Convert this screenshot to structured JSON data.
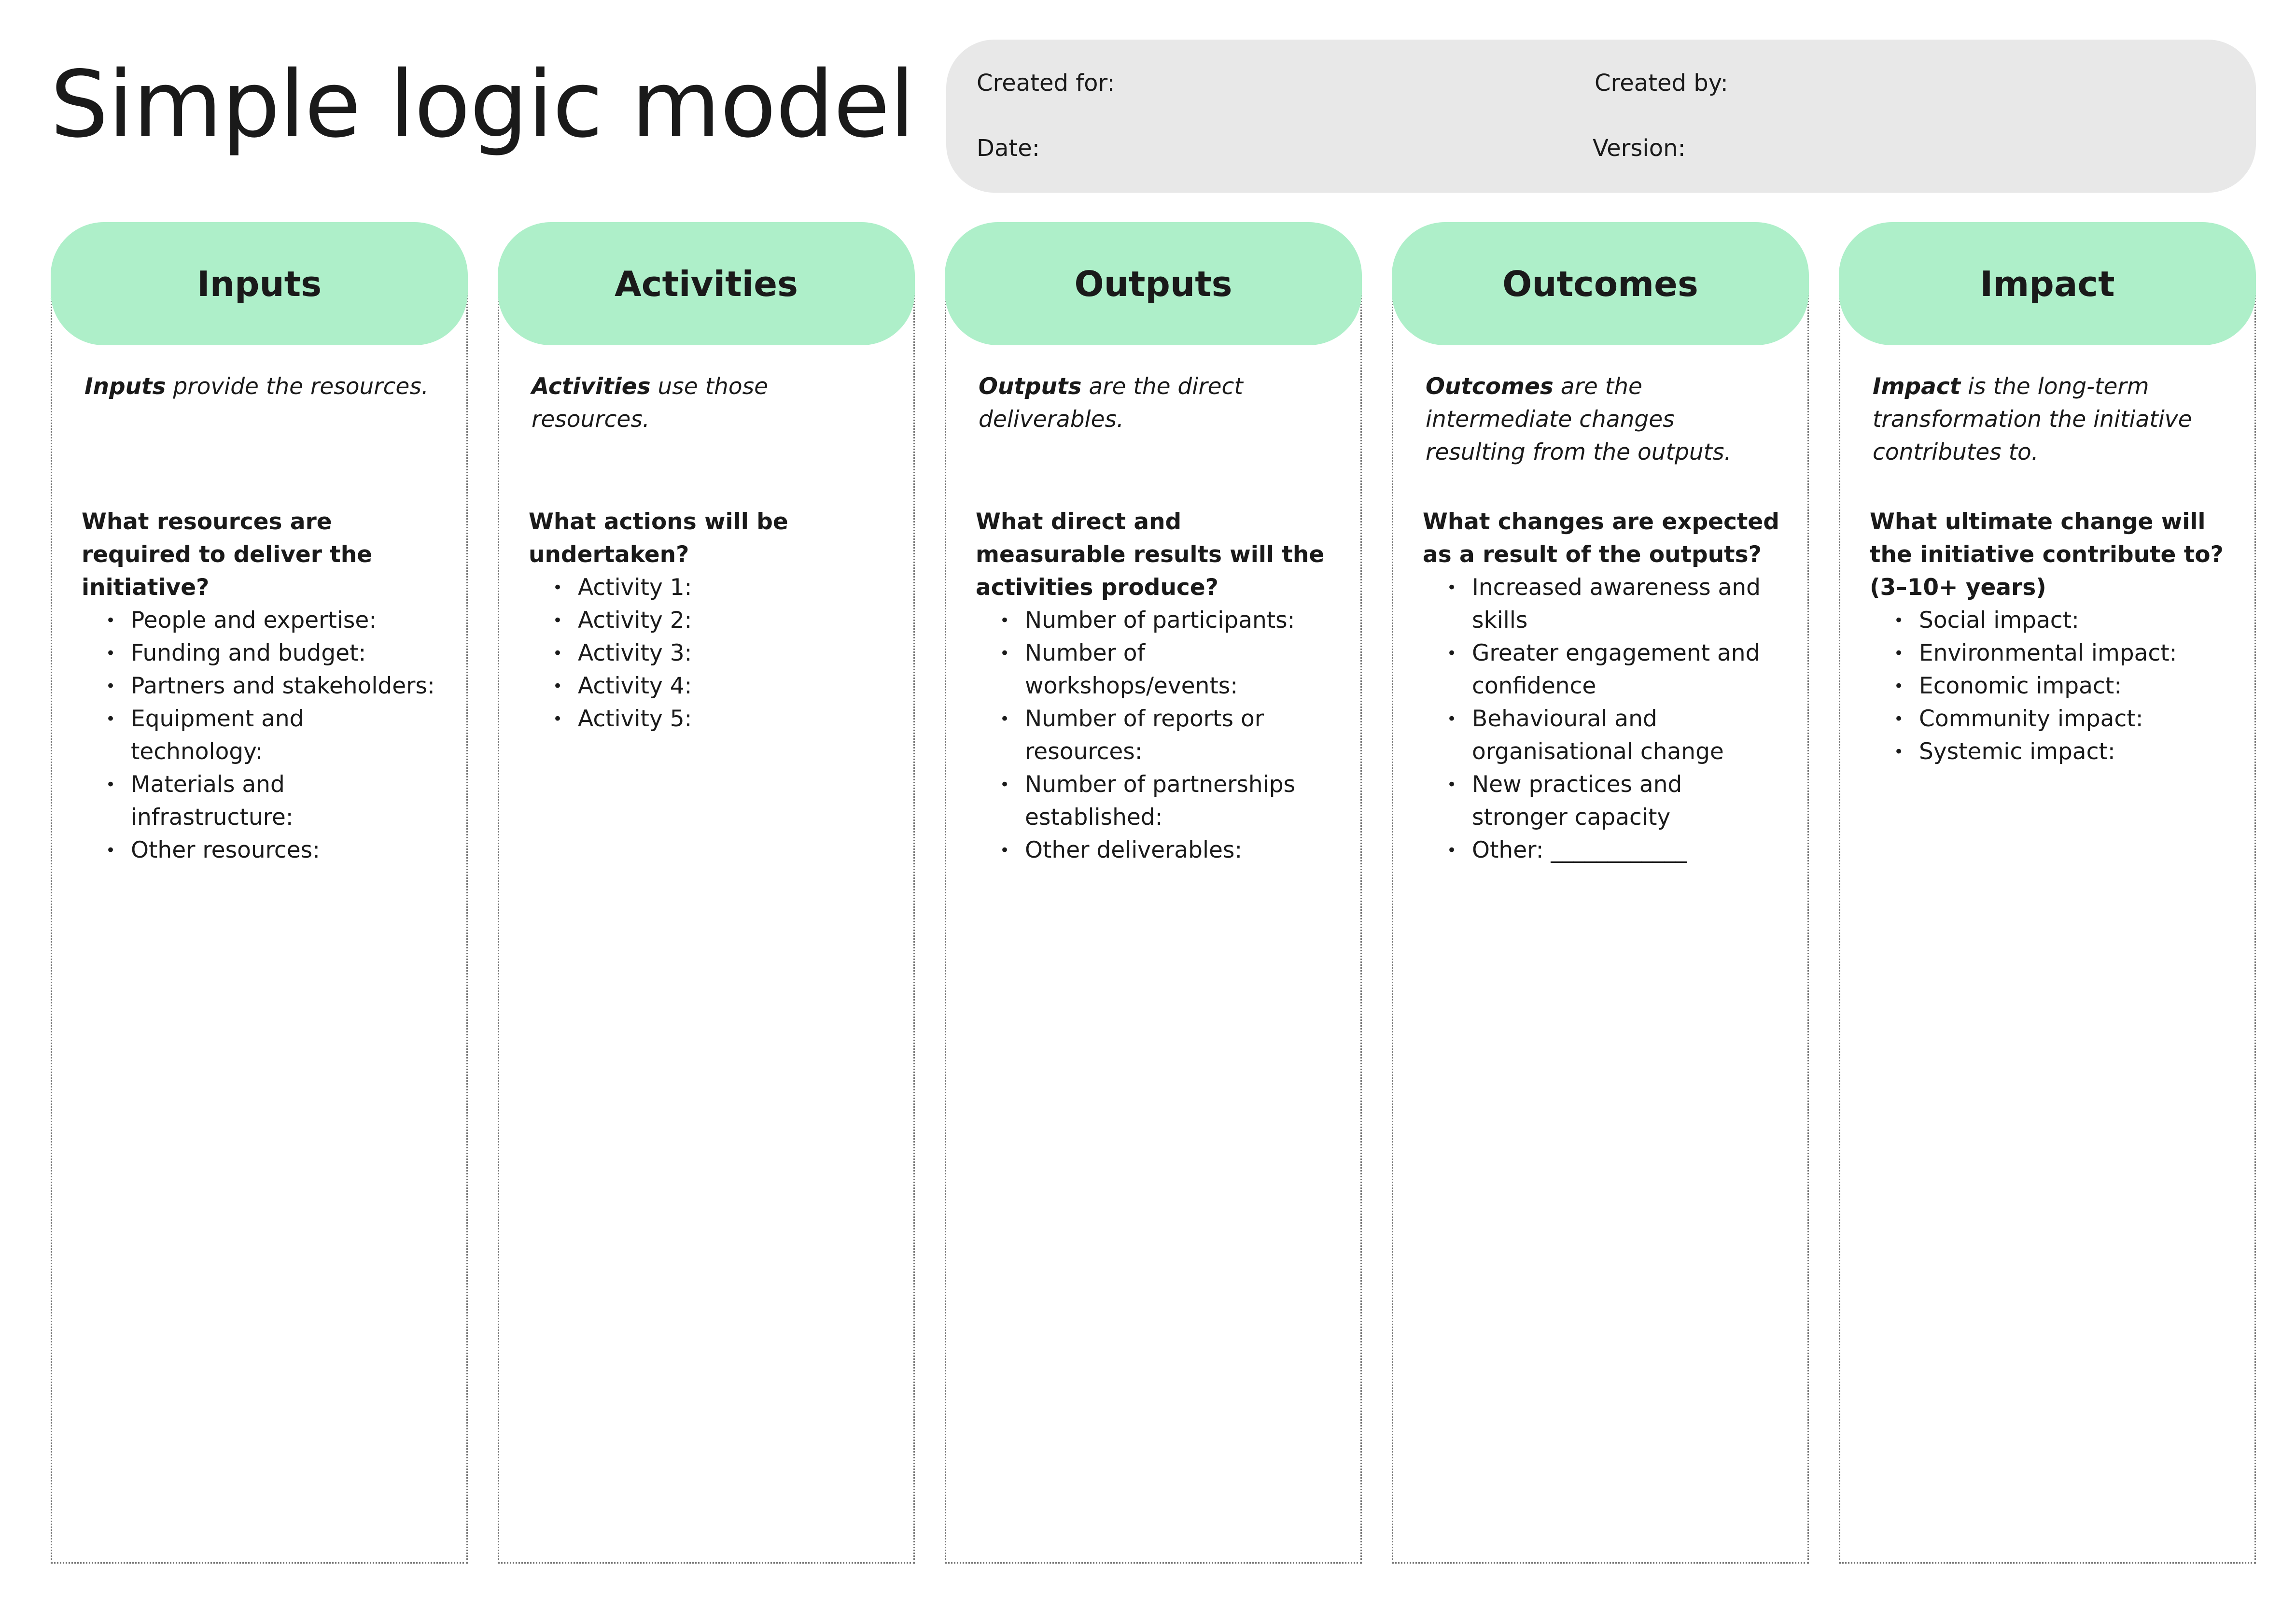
{
  "title": "Simple logic model",
  "meta": {
    "created_for": "Created for:",
    "created_by": "Created by:",
    "date": "Date:",
    "version": "Version:"
  },
  "colors": {
    "header_fill": "#aeefc9",
    "meta_fill": "#e8e8e8",
    "border": "#777777"
  },
  "columns": [
    {
      "header": "Inputs",
      "desc_term": "Inputs",
      "desc_rest": " provide the resources.",
      "question": "What resources are required to deliver the initiative?",
      "items": [
        "People and expertise:",
        "Funding and budget:",
        "Partners and stakeholders:",
        "Equipment and technology:",
        "Materials and infrastructure:",
        "Other resources:"
      ]
    },
    {
      "header": "Activities",
      "desc_term": "Activities",
      "desc_rest": " use those resources.",
      "question": "What actions will be undertaken?",
      "items": [
        "Activity 1:",
        "Activity 2:",
        "Activity 3:",
        "Activity 4:",
        "Activity 5:"
      ]
    },
    {
      "header": "Outputs",
      "desc_term": "Outputs",
      "desc_rest": " are the direct deliverables.",
      "question": "What direct and measurable results will the activities produce?",
      "items": [
        "Number of participants:",
        "Number of workshops/events:",
        "Number of reports or resources:",
        "Number of partnerships established:",
        "Other deliverables:"
      ]
    },
    {
      "header": "Outcomes",
      "desc_term": "Outcomes",
      "desc_rest": " are the intermediate changes resulting from the outputs.",
      "question": "What changes are expected as a result of the outputs?",
      "items": [
        "Increased awareness and skills",
        "Greater engagement and confidence",
        "Behavioural and organisational change",
        "New practices and stronger capacity",
        "Other: ____________"
      ]
    },
    {
      "header": "Impact",
      "desc_term": "Impact",
      "desc_rest": " is the long-term transformation the initiative contributes to.",
      "question": "What ultimate change will the initiative contribute to? (3–10+ years)",
      "items": [
        "Social impact:",
        "Environmental impact:",
        "Economic impact:",
        "Community impact:",
        "Systemic impact:"
      ]
    }
  ]
}
